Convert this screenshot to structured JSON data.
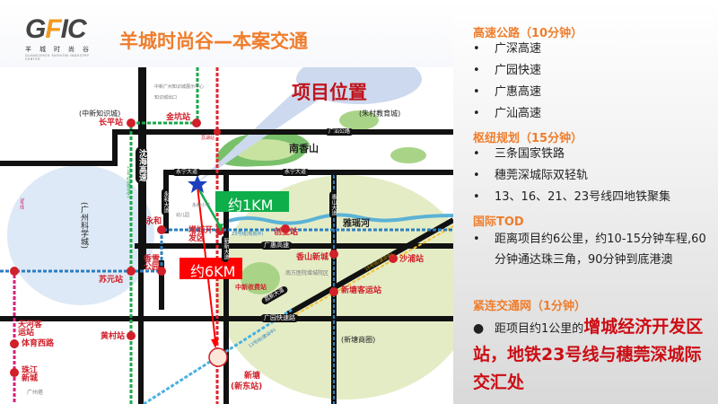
{
  "header": {
    "logo": "GFIC",
    "logo_cn": "羊城时尚谷",
    "logo_en": "GUANGZHOU FASHION INDUSTRY CENTER",
    "title": "羊城时尚谷—本案交通"
  },
  "map": {
    "callout": "项目位置",
    "km1": "约1KM",
    "km6": "约6KM",
    "labels": {
      "zhongxin": "(中新知识城)",
      "changping": "长平站",
      "jinkeng": "金坑站",
      "zhicheng": "知识城出口",
      "zhicheng_center": "中新广州知识城展示中心",
      "lihu": "荔湖站",
      "shenhai": "沈海高速",
      "yongning": "永宁大道",
      "yonghe_ave": "永和大道",
      "yonghe": "永和",
      "kindergarten": "幼儿园",
      "yonghe_school": "永和小学",
      "kexuecheng": "(广州科学城)",
      "tianhe": "天河客运站",
      "suyuan": "苏元站",
      "xiangxue": "香雪公园",
      "line3": "3号线",
      "line21": "21号线(建设中)",
      "huangcun": "黄村站",
      "tiyu": "体育西路",
      "zhujiang": "珠江新城",
      "tower": "广州塔",
      "kaifaqu": "增城开发区",
      "xinxin": "新新大道",
      "zhucun": "(朱村教育城)",
      "guangshan": "广汕公路",
      "nanxiangshan": "南香山",
      "yongning2": "永宁大道",
      "xiangshan_ave": "香山大道",
      "yayao": "雅瑶河",
      "chuangye": "创业站",
      "line23": "23号线(规划中)",
      "guanghui": "广惠高速",
      "xiangshan_new": "香山新城",
      "shapu": "沙浦站",
      "xintang_bus": "新塘客运站",
      "guangyuan": "广园快速路",
      "xintang_area": "(新塘商圈)",
      "xintang": "新塘",
      "xindong": "(新东站)",
      "zhongxin_toll": "中新收费站",
      "nanfang": "南方医院增城院区",
      "lixin": "荔新大道",
      "line13": "13号线(建设中)",
      "line16": "16号线(建设中)"
    }
  },
  "panel": {
    "sections": [
      {
        "heading": "高速公路（10分钟）",
        "items": [
          "广深高速",
          "广园快速",
          "广惠高速",
          "广汕高速"
        ]
      },
      {
        "heading": "枢纽规划（15分钟）",
        "items": [
          "三条国家铁路",
          "穗莞深城际双轻轨",
          "13、16、21、23号线四地铁聚集"
        ]
      },
      {
        "heading": "国际TOD",
        "items": [
          "距离项目约6公里，约10-15分钟车程,60分钟通达珠三角，90分钟到底港澳"
        ]
      },
      {
        "heading": "紧连交通网（1分钟）"
      }
    ],
    "highlight_prefix": "距项目约1公里的",
    "highlight": "增城经济开发区站，地铁23号线与穗莞深城际交汇处"
  },
  "colors": {
    "orange": "#ef7d2c",
    "red": "#cc0d14",
    "green": "#0eae4a"
  }
}
